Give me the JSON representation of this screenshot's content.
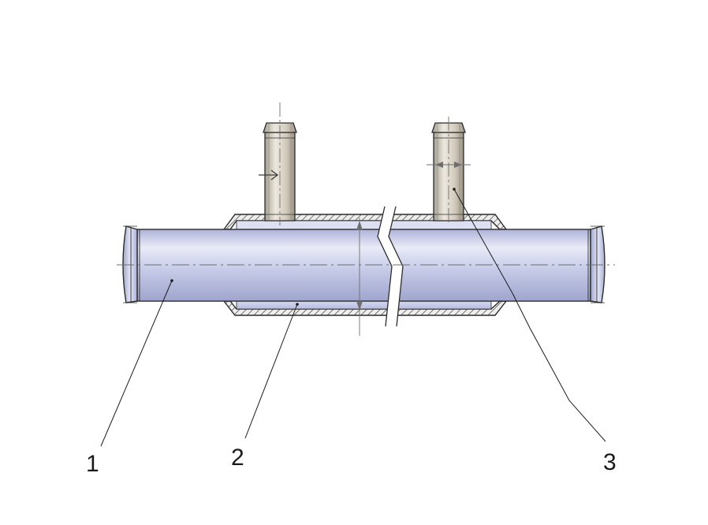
{
  "callouts": [
    {
      "number": "1",
      "part": "inner-tube"
    },
    {
      "number": "2",
      "part": "outer-jacket"
    },
    {
      "number": "3",
      "part": "outlet-nozzle"
    }
  ],
  "colors": {
    "tube_fill": "#c7cce9",
    "tube_highlight": "#e9ebf8",
    "tube_shadow": "#a2a7cc",
    "nozzle_fill": "#d8d2c5",
    "nozzle_shadow": "#a69f92",
    "outline": "#2c2c2c",
    "hatch": "#555555",
    "centerline": "#6e6e6e",
    "leader": "#1a1a1a"
  }
}
